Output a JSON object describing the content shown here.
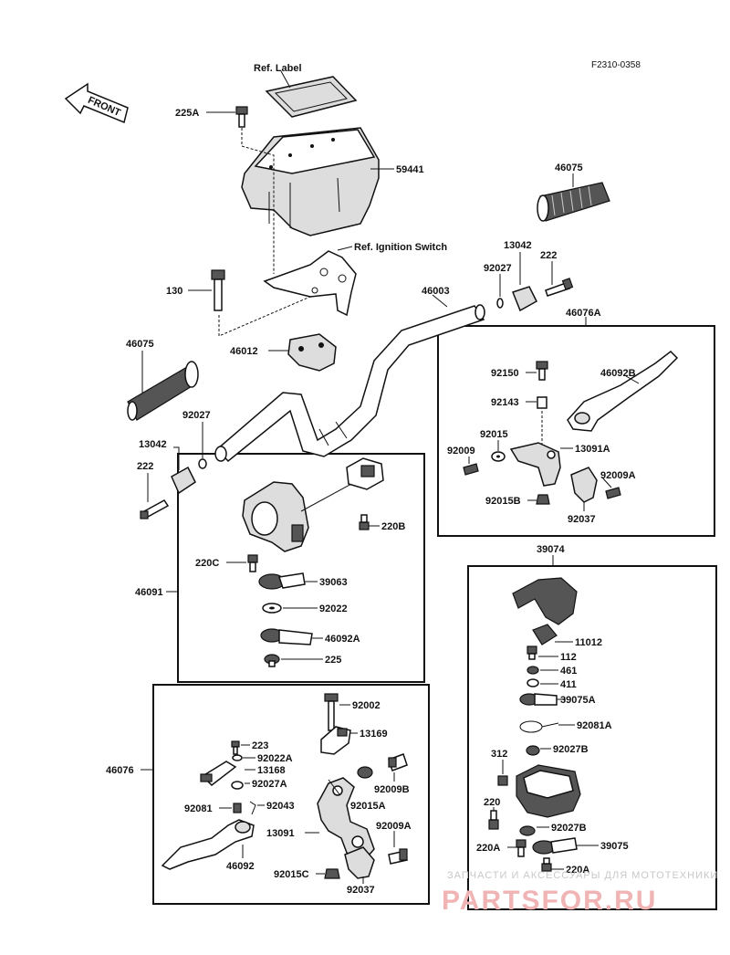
{
  "diagram_code": "F2310-0358",
  "front_arrow": "FRONT",
  "labels": {
    "ref_label": "Ref. Label",
    "ref_ignition_switch": "Ref. Ignition Switch",
    "p225A": "225A",
    "p59441": "59441",
    "p46075_right": "46075",
    "p13042_right": "13042",
    "p92027_right": "92027",
    "p222_right": "222",
    "p130": "130",
    "p46003": "46003",
    "p46012": "46012",
    "p46076A": "46076A",
    "p46075_left": "46075",
    "p92027_left": "92027",
    "p13042_left": "13042",
    "p222_left": "222",
    "p92150": "92150",
    "p46092B": "46092B",
    "p92143": "92143",
    "p92015": "92015",
    "p92009": "92009",
    "p13091A": "13091A",
    "p92009A_top": "92009A",
    "p92015B": "92015B",
    "p92037_top": "92037",
    "p220B": "220B",
    "p220C": "220C",
    "p46091": "46091",
    "p39063": "39063",
    "p92022": "92022",
    "p46092A": "46092A",
    "p225": "225",
    "p39074": "39074",
    "p11012": "11012",
    "p112": "112",
    "p461": "461",
    "p411": "411",
    "p39075A": "39075A",
    "p92081A": "92081A",
    "p312": "312",
    "p92027B_1": "92027B",
    "p220": "220",
    "p92027B_2": "92027B",
    "p39075": "39075",
    "p220A_1": "220A",
    "p220A_2": "220A",
    "p92002": "92002",
    "p13169": "13169",
    "p223": "223",
    "p92022A": "92022A",
    "p13168": "13168",
    "p92027A": "92027A",
    "p92081": "92081",
    "p92043": "92043",
    "p46076": "46076",
    "p92009B": "92009B",
    "p92015A": "92015A",
    "p13091": "13091",
    "p92009A_bottom": "92009A",
    "p92015C": "92015C",
    "p92037_bottom": "92037",
    "p46092": "46092"
  },
  "watermark": {
    "top": "ЗАПЧАСТИ И АКСЕССУАРЫ ДЛЯ МОТОТЕХНИКИ",
    "brand": "PARTSFOR.RU"
  }
}
